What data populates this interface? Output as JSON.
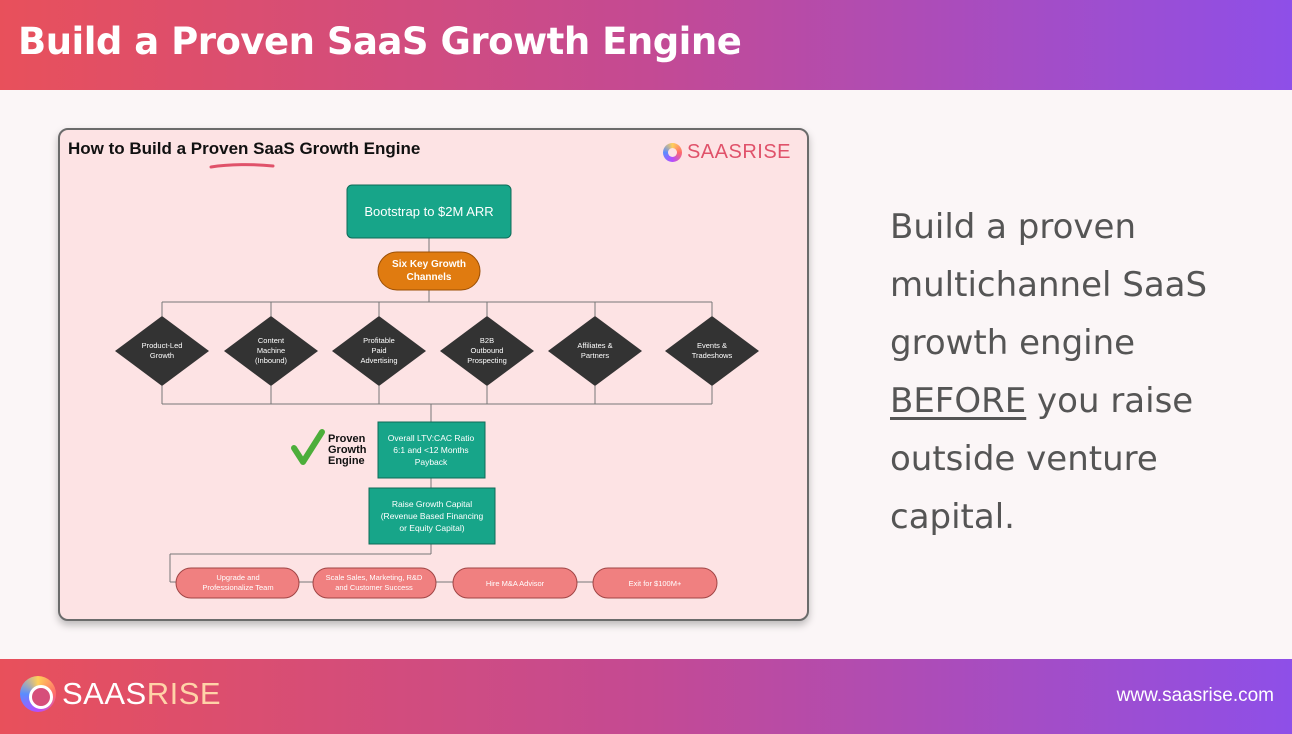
{
  "header": {
    "title": "Build a Proven SaaS Growth Engine"
  },
  "panel": {
    "title_prefix": "How to Build a ",
    "title_highlight": "Proven",
    "title_suffix": " SaaS Growth Engine",
    "logo_saas": "SAAS",
    "logo_rise": "RISE"
  },
  "diagram": {
    "start": "Bootstrap to $2M ARR",
    "channels_hub": [
      "Six Key Growth",
      "Channels"
    ],
    "channels": [
      [
        "Product-Led",
        "Growth"
      ],
      [
        "Content",
        "Machine",
        "(Inbound)"
      ],
      [
        "Profitable",
        "Paid",
        "Advertising"
      ],
      [
        "B2B",
        "Outbound",
        "Prospecting"
      ],
      [
        "Affiliates &",
        "Partners"
      ],
      [
        "Events &",
        "Tradeshows"
      ]
    ],
    "proven_label": [
      "Proven",
      "Growth",
      "Engine"
    ],
    "ltv_box": [
      "Overall LTV:CAC Ratio",
      "6:1 and <12 Months",
      "Payback"
    ],
    "capital_box": [
      "Raise Growth Capital",
      "(Revenue Based Financing",
      "or Equity Capital)"
    ],
    "steps": [
      [
        "Upgrade and",
        "Professionalize Team"
      ],
      [
        "Scale Sales, Marketing, R&D",
        "and Customer Success"
      ],
      [
        "Hire M&A Advisor"
      ],
      [
        "Exit for $100M+"
      ]
    ],
    "colors": {
      "teal": "#17a589",
      "orange": "#e07b10",
      "diamond": "#333333",
      "pill": "#f08080",
      "check": "#4cae3a"
    }
  },
  "side": {
    "line1": "Build a proven",
    "line2": "multichannel SaaS",
    "line3": "growth engine",
    "line4_underlined": "BEFORE",
    "line4_rest": " you raise",
    "line5": "outside venture",
    "line6": "capital."
  },
  "footer": {
    "logo_saas": "SAAS",
    "logo_rise": "RISE",
    "url": "www.saasrise.com"
  }
}
